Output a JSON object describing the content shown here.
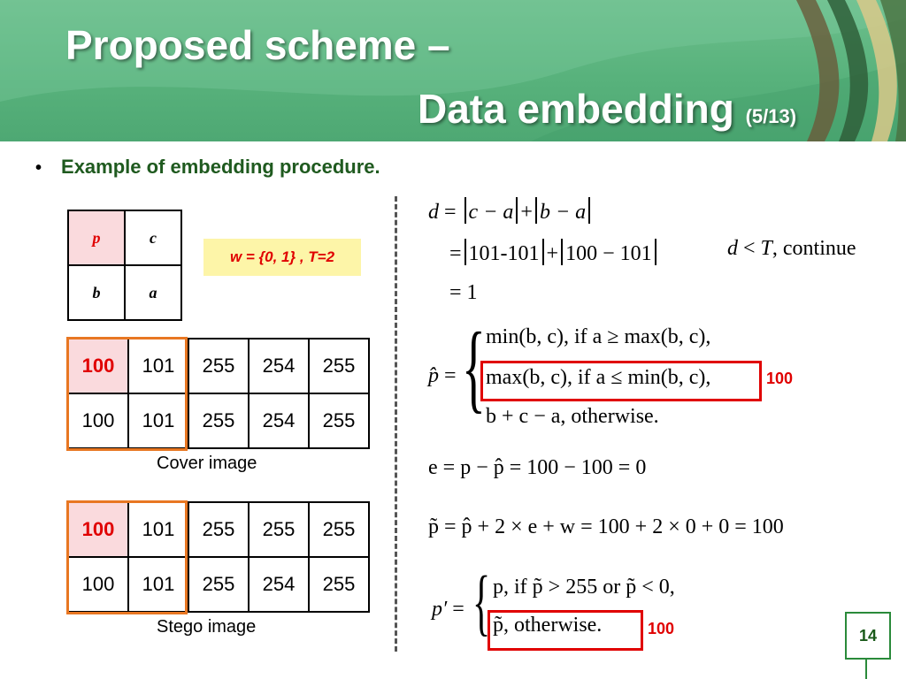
{
  "header": {
    "title_line1": "Proposed scheme –",
    "title_line2": "Data embedding",
    "page_fraction": "(5/13)"
  },
  "bullet": "Example of embedding procedure.",
  "pc_table": [
    [
      "p",
      "c"
    ],
    [
      "b",
      "a"
    ]
  ],
  "w_box": "w = {0, 1} , T=2",
  "cover": {
    "rows": [
      [
        "100",
        "101",
        "255",
        "254",
        "255"
      ],
      [
        "100",
        "101",
        "255",
        "254",
        "255"
      ]
    ],
    "caption": "Cover image"
  },
  "stego": {
    "rows": [
      [
        "100",
        "101",
        "255",
        "255",
        "255"
      ],
      [
        "100",
        "101",
        "255",
        "254",
        "255"
      ]
    ],
    "caption": "Stego image"
  },
  "math": {
    "d_lhs": "d",
    "eq": "=",
    "c_minus_a": "c − a",
    "plus": "+",
    "b_minus_a": "b − a",
    "v1": "101-101",
    "v2": "100 − 101",
    "eq1": "= 1",
    "cond_d": "d",
    "cond_lt": " < ",
    "cond_T": "T",
    "cond_text": ", continue",
    "phat": "p̂",
    "case1": "min(b, c),  if  a ≥ max(b, c),",
    "case2": "max(b, c), if  a ≤ min(b, c),",
    "case3": "b + c − a, otherwise.",
    "ann1": "100",
    "e_line": "e = p − p̂ = 100 − 100 = 0",
    "ptilde_line": "p̃ = p̂ + 2 × e + w = 100 + 2 × 0 + 0 = 100",
    "pprime": "p′",
    "p_case1": "p,   if  p̃ > 255  or  p̃ < 0,",
    "p_case2": "p̃,   otherwise.",
    "ann2": "100"
  },
  "page_number": "14",
  "colors": {
    "header_green": "#5cb47f",
    "bullet_green": "#1f5a1f",
    "highlight_pink": "#fadadd",
    "red": "#e00000",
    "orange": "#e87722",
    "yellow": "#fdf5a8"
  }
}
